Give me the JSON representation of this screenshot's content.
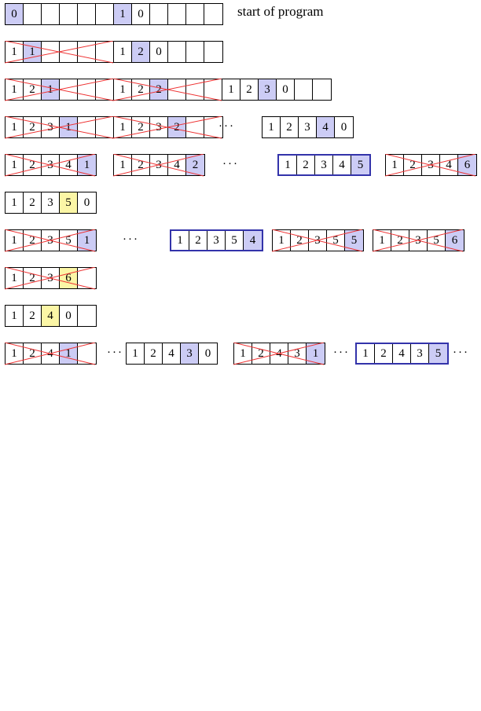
{
  "title": "start of program",
  "ellipsis": "···",
  "rows": [
    {
      "items": [
        {
          "cells": [
            "0",
            "",
            "",
            "",
            "",
            ""
          ],
          "hi": [
            0
          ],
          "color": "blue"
        },
        {
          "cells": [
            "1",
            "0",
            "",
            "",
            "",
            ""
          ],
          "hi": [
            0
          ],
          "color": "blue"
        }
      ]
    },
    {
      "items": [
        {
          "cells": [
            "1",
            "1",
            "",
            "",
            "",
            ""
          ],
          "hi": [
            1
          ],
          "color": "blue",
          "crossed": true
        },
        {
          "cells": [
            "1",
            "2",
            "0",
            "",
            "",
            ""
          ],
          "hi": [
            1
          ],
          "color": "blue"
        }
      ]
    },
    {
      "items": [
        {
          "cells": [
            "1",
            "2",
            "1",
            "",
            "",
            ""
          ],
          "hi": [
            2
          ],
          "color": "blue",
          "crossed": true
        },
        {
          "cells": [
            "1",
            "2",
            "2",
            "",
            "",
            ""
          ],
          "hi": [
            2
          ],
          "color": "blue",
          "crossed": true
        },
        {
          "cells": [
            "1",
            "2",
            "3",
            "0",
            "",
            ""
          ],
          "hi": [
            2
          ],
          "color": "blue"
        }
      ]
    },
    {
      "items": [
        {
          "cells": [
            "1",
            "2",
            "3",
            "1",
            "",
            ""
          ],
          "hi": [
            3
          ],
          "color": "blue",
          "crossed": true
        },
        {
          "cells": [
            "1",
            "2",
            "3",
            "2",
            "",
            ""
          ],
          "hi": [
            3
          ],
          "color": "blue",
          "crossed": true
        },
        {
          "dots": true
        },
        {
          "cells": [
            "1",
            "2",
            "3",
            "4",
            "0"
          ],
          "hi": [
            3
          ],
          "color": "blue"
        }
      ]
    },
    {
      "items": [
        {
          "cells": [
            "1",
            "2",
            "3",
            "4",
            "1"
          ],
          "hi": [
            4
          ],
          "color": "blue",
          "crossed": true
        },
        {
          "cells": [
            "1",
            "2",
            "3",
            "4",
            "2"
          ],
          "hi": [
            4
          ],
          "color": "blue",
          "crossed": true
        },
        {
          "dots": true
        },
        {
          "cells": [
            "1",
            "2",
            "3",
            "4",
            "5"
          ],
          "hi": [
            4
          ],
          "color": "blue",
          "boxed": true
        },
        {
          "cells": [
            "1",
            "2",
            "3",
            "4",
            "6"
          ],
          "hi": [
            4
          ],
          "color": "blue",
          "crossed": true
        }
      ]
    },
    {
      "items": [
        {
          "cells": [
            "1",
            "2",
            "3",
            "5",
            "0"
          ],
          "hi": [
            3
          ],
          "color": "yellow"
        }
      ]
    },
    {
      "items": [
        {
          "cells": [
            "1",
            "2",
            "3",
            "5",
            "1"
          ],
          "hi": [
            4
          ],
          "color": "blue",
          "crossed": true
        },
        {
          "dots": true
        },
        {
          "cells": [
            "1",
            "2",
            "3",
            "5",
            "4"
          ],
          "hi": [
            4
          ],
          "color": "blue",
          "boxed": true
        },
        {
          "cells": [
            "1",
            "2",
            "3",
            "5",
            "5"
          ],
          "hi": [
            4
          ],
          "color": "blue",
          "crossed": true
        },
        {
          "cells": [
            "1",
            "2",
            "3",
            "5",
            "6"
          ],
          "hi": [
            4
          ],
          "color": "blue",
          "crossed": true
        }
      ]
    },
    {
      "items": [
        {
          "cells": [
            "1",
            "2",
            "3",
            "6",
            ""
          ],
          "hi": [
            3
          ],
          "color": "yellow",
          "crossed": true
        }
      ]
    },
    {
      "items": [
        {
          "cells": [
            "1",
            "2",
            "4",
            "0",
            ""
          ],
          "hi": [
            2
          ],
          "color": "yellow"
        }
      ]
    },
    {
      "items": [
        {
          "cells": [
            "1",
            "2",
            "4",
            "1",
            ""
          ],
          "hi": [
            3
          ],
          "color": "blue",
          "crossed": true
        },
        {
          "dots": true
        },
        {
          "cells": [
            "1",
            "2",
            "4",
            "3",
            "0"
          ],
          "hi": [
            3
          ],
          "color": "blue"
        },
        {
          "cells": [
            "1",
            "2",
            "4",
            "3",
            "1"
          ],
          "hi": [
            4
          ],
          "color": "blue",
          "crossed": true
        },
        {
          "dots": true
        },
        {
          "cells": [
            "1",
            "2",
            "4",
            "3",
            "5"
          ],
          "hi": [
            4
          ],
          "color": "blue",
          "boxed": true
        },
        {
          "dots": true
        }
      ]
    }
  ]
}
